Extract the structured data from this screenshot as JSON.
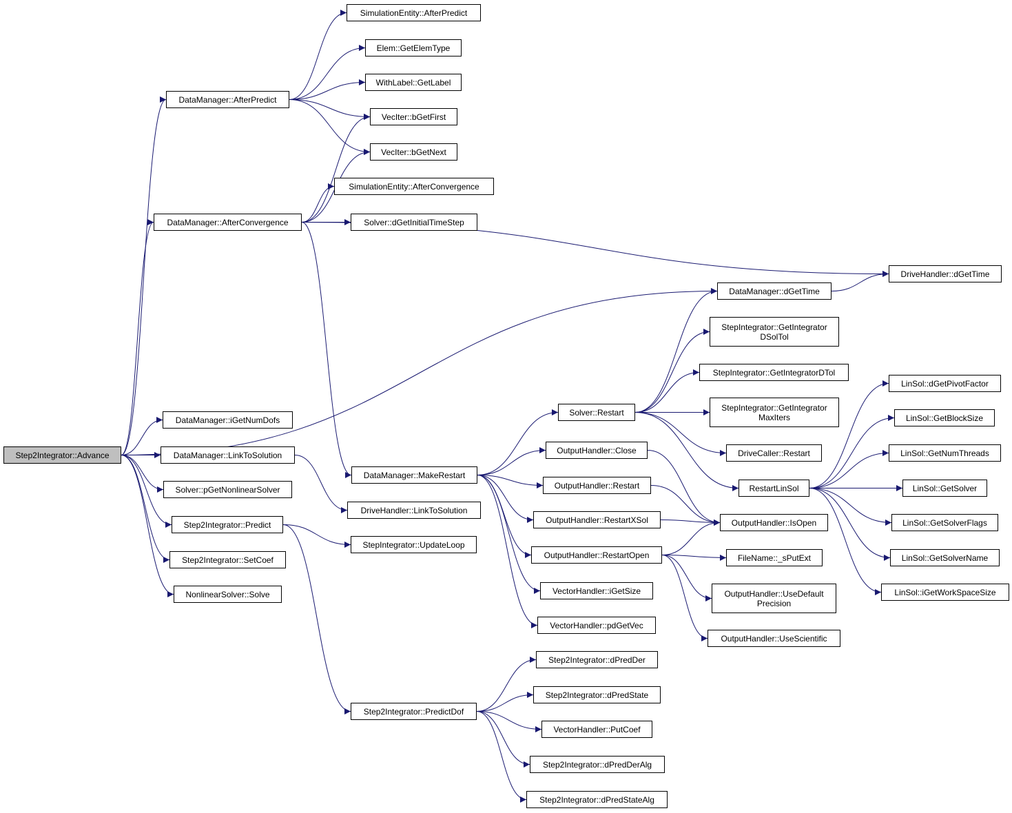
{
  "colors": {
    "edge": "#191970",
    "node_border": "#000000",
    "root_fill": "#bfbfbf",
    "background": "#ffffff"
  },
  "nodes": {
    "advance": "Step2Integrator::Advance",
    "dm_afterpredict": "DataManager::AfterPredict",
    "dm_afterconvergence": "DataManager::AfterConvergence",
    "dm_igetnumdofs": "DataManager::iGetNumDofs",
    "dm_linktosolution": "DataManager::LinkToSolution",
    "solver_pgetnonlinearsolver": "Solver::pGetNonlinearSolver",
    "s2i_predict": "Step2Integrator::Predict",
    "s2i_setcoef": "Step2Integrator::SetCoef",
    "nonlinear_solve": "NonlinearSolver::Solve",
    "se_afterpredict": "SimulationEntity::AfterPredict",
    "elem_getelemtype": "Elem::GetElemType",
    "withlabel_getlabel": "WithLabel::GetLabel",
    "veciter_bgetfirst": "VecIter::bGetFirst",
    "veciter_bgetnext": "VecIter::bGetNext",
    "se_afterconvergence": "SimulationEntity::AfterConvergence",
    "solver_dgetinitialtimestep": "Solver::dGetInitialTimeStep",
    "dh_dgettime": "DriveHandler::dGetTime",
    "dm_dgettime": "DataManager::dGetTime",
    "dm_makerestart": "DataManager::MakeRestart",
    "dh_linktosolution": "DriveHandler::LinkToSolution",
    "si_updateloop": "StepIntegrator::UpdateLoop",
    "solver_restart": "Solver::Restart",
    "oh_close": "OutputHandler::Close",
    "oh_restart": "OutputHandler::Restart",
    "oh_restartxsol": "OutputHandler::RestartXSol",
    "oh_restartopen": "OutputHandler::RestartOpen",
    "vh_igetsize": "VectorHandler::iGetSize",
    "vh_pdgetvec": "VectorHandler::pdGetVec",
    "si_dsoltol": "StepIntegrator::GetIntegrator\nDSolTol",
    "si_dtol": "StepIntegrator::GetIntegratorDTol",
    "si_maxiters": "StepIntegrator::GetIntegrator\nMaxIters",
    "dc_restart": "DriveCaller::Restart",
    "restartlinsol": "RestartLinSol",
    "oh_isopen": "OutputHandler::IsOpen",
    "filename_sputext": "FileName::_sPutExt",
    "oh_usedefaultprecision": "OutputHandler::UseDefault\nPrecision",
    "oh_usescientific": "OutputHandler::UseScientific",
    "linsol_dgetpivotfactor": "LinSol::dGetPivotFactor",
    "linsol_getblocksize": "LinSol::GetBlockSize",
    "linsol_getnumthreads": "LinSol::GetNumThreads",
    "linsol_getsolver": "LinSol::GetSolver",
    "linsol_getsolverflags": "LinSol::GetSolverFlags",
    "linsol_getsolvername": "LinSol::GetSolverName",
    "linsol_igetworkspacesize": "LinSol::iGetWorkSpaceSize",
    "s2i_predictdof": "Step2Integrator::PredictDof",
    "s2i_dpredder": "Step2Integrator::dPredDer",
    "s2i_dpredstate": "Step2Integrator::dPredState",
    "vh_putcoef": "VectorHandler::PutCoef",
    "s2i_dpredderalg": "Step2Integrator::dPredDerAlg",
    "s2i_dpredstatealg": "Step2Integrator::dPredStateAlg"
  },
  "edges": [
    [
      "advance",
      "dm_afterpredict"
    ],
    [
      "advance",
      "dm_afterconvergence"
    ],
    [
      "advance",
      "dm_dgettime"
    ],
    [
      "advance",
      "dm_igetnumdofs"
    ],
    [
      "advance",
      "dm_linktosolution"
    ],
    [
      "advance",
      "solver_pgetnonlinearsolver"
    ],
    [
      "advance",
      "s2i_predict"
    ],
    [
      "advance",
      "s2i_setcoef"
    ],
    [
      "advance",
      "nonlinear_solve"
    ],
    [
      "dm_afterpredict",
      "se_afterpredict"
    ],
    [
      "dm_afterpredict",
      "elem_getelemtype"
    ],
    [
      "dm_afterpredict",
      "withlabel_getlabel"
    ],
    [
      "dm_afterpredict",
      "veciter_bgetfirst"
    ],
    [
      "dm_afterpredict",
      "veciter_bgetnext"
    ],
    [
      "dm_afterconvergence",
      "veciter_bgetfirst"
    ],
    [
      "dm_afterconvergence",
      "veciter_bgetnext"
    ],
    [
      "dm_afterconvergence",
      "se_afterconvergence"
    ],
    [
      "dm_afterconvergence",
      "solver_dgetinitialtimestep"
    ],
    [
      "dm_afterconvergence",
      "dh_dgettime"
    ],
    [
      "dm_afterconvergence",
      "dm_makerestart"
    ],
    [
      "dm_dgettime",
      "dh_dgettime"
    ],
    [
      "dm_linktosolution",
      "dh_linktosolution"
    ],
    [
      "s2i_predict",
      "si_updateloop"
    ],
    [
      "s2i_predict",
      "s2i_predictdof"
    ],
    [
      "dm_makerestart",
      "solver_restart"
    ],
    [
      "dm_makerestart",
      "oh_close"
    ],
    [
      "dm_makerestart",
      "oh_restart"
    ],
    [
      "dm_makerestart",
      "oh_restartxsol"
    ],
    [
      "dm_makerestart",
      "oh_restartopen"
    ],
    [
      "dm_makerestart",
      "vh_igetsize"
    ],
    [
      "dm_makerestart",
      "vh_pdgetvec"
    ],
    [
      "solver_restart",
      "dm_dgettime"
    ],
    [
      "solver_restart",
      "si_dsoltol"
    ],
    [
      "solver_restart",
      "si_dtol"
    ],
    [
      "solver_restart",
      "si_maxiters"
    ],
    [
      "solver_restart",
      "dc_restart"
    ],
    [
      "solver_restart",
      "restartlinsol"
    ],
    [
      "oh_close",
      "oh_isopen"
    ],
    [
      "oh_restart",
      "oh_isopen"
    ],
    [
      "oh_restartxsol",
      "oh_isopen"
    ],
    [
      "oh_restartopen",
      "oh_isopen"
    ],
    [
      "oh_restartopen",
      "filename_sputext"
    ],
    [
      "oh_restartopen",
      "oh_usedefaultprecision"
    ],
    [
      "oh_restartopen",
      "oh_usescientific"
    ],
    [
      "restartlinsol",
      "linsol_dgetpivotfactor"
    ],
    [
      "restartlinsol",
      "linsol_getblocksize"
    ],
    [
      "restartlinsol",
      "linsol_getnumthreads"
    ],
    [
      "restartlinsol",
      "linsol_getsolver"
    ],
    [
      "restartlinsol",
      "linsol_getsolverflags"
    ],
    [
      "restartlinsol",
      "linsol_getsolvername"
    ],
    [
      "restartlinsol",
      "linsol_igetworkspacesize"
    ],
    [
      "s2i_predictdof",
      "s2i_dpredder"
    ],
    [
      "s2i_predictdof",
      "s2i_dpredstate"
    ],
    [
      "s2i_predictdof",
      "vh_putcoef"
    ],
    [
      "s2i_predictdof",
      "s2i_dpredderalg"
    ],
    [
      "s2i_predictdof",
      "s2i_dpredstatealg"
    ]
  ]
}
